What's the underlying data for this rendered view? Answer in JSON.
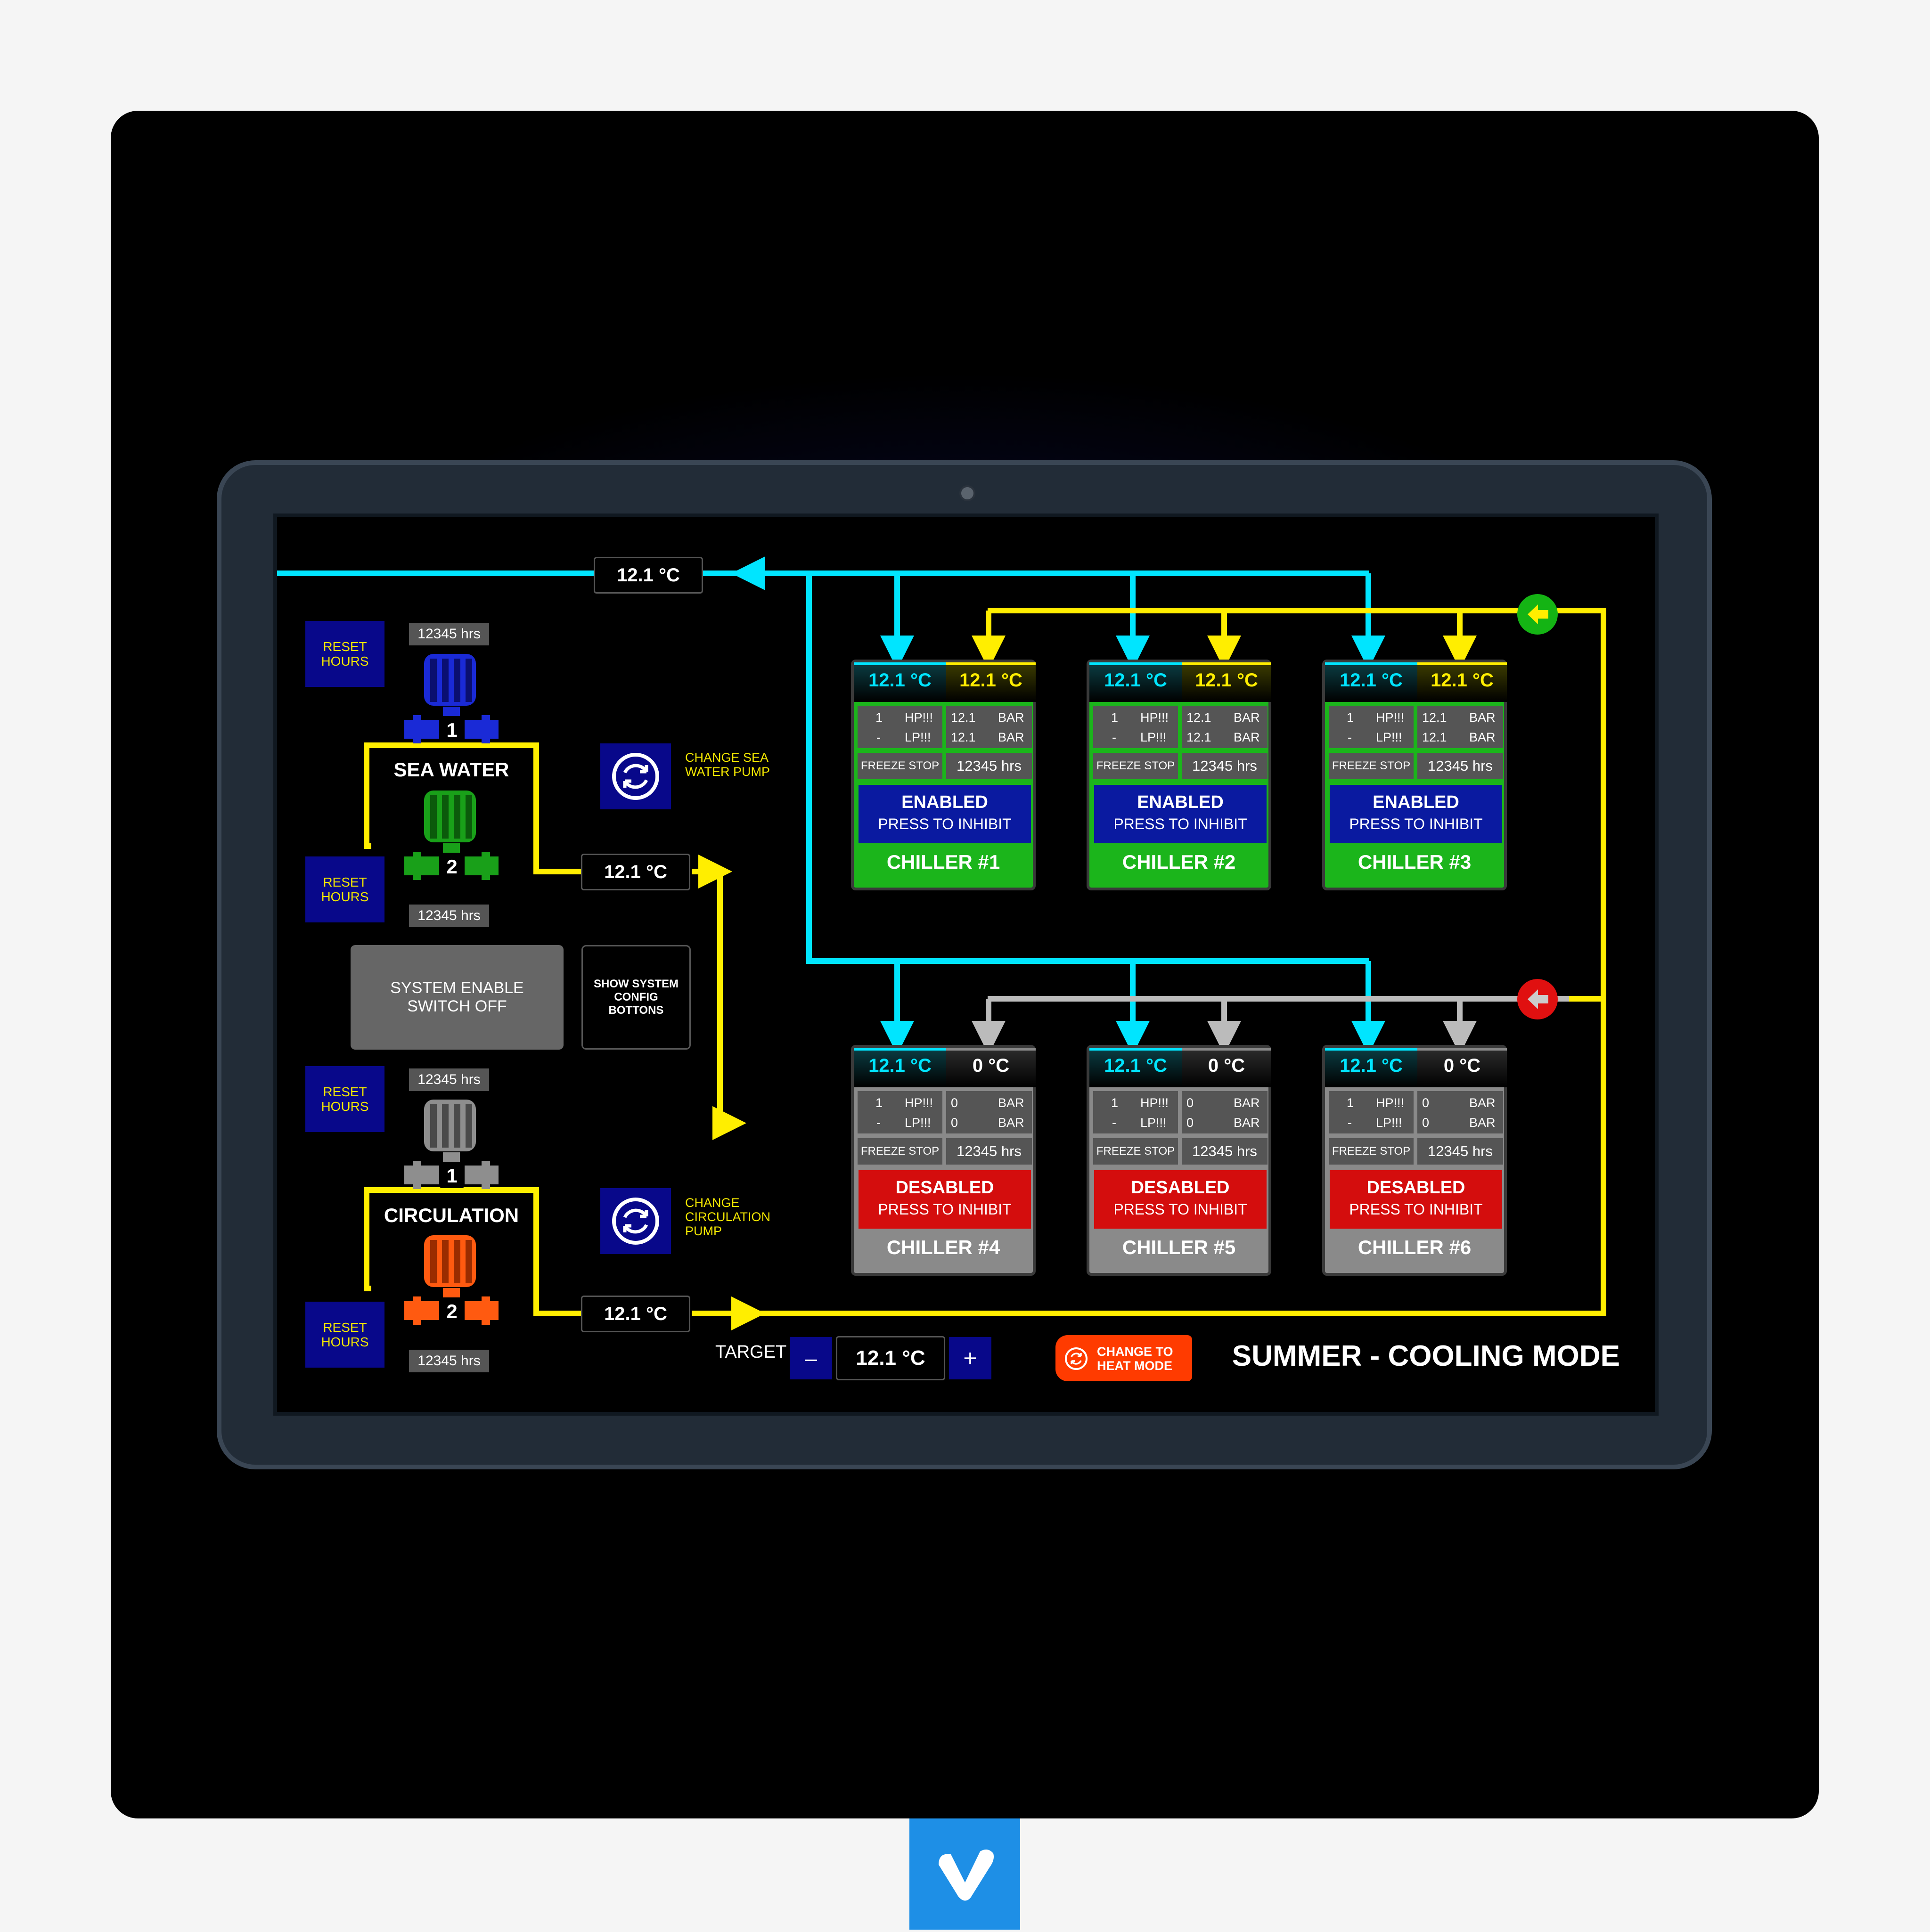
{
  "colors": {
    "cyan_line": "#00e5ff",
    "yellow_line": "#ffee00",
    "grey_line": "#bbbbbb",
    "enabled_green": "#1bb51b",
    "disabled_grey": "#8a8a8a",
    "enabled_blue": "#0a1aa0",
    "disabled_red": "#d40d0d",
    "accent_blue": "#08088a",
    "mode_orange": "#ff3b00"
  },
  "temps": {
    "supply_outlet": "12.1 °C",
    "sea_water_out": "12.1 °C",
    "circulation_out": "12.1 °C"
  },
  "sea_water": {
    "label": "SEA WATER",
    "pump1": {
      "number": "1",
      "hours": "12345 hrs",
      "reset_label": "RESET HOURS",
      "color": "#1a2ad6"
    },
    "pump2": {
      "number": "2",
      "hours": "12345 hrs",
      "reset_label": "RESET HOURS",
      "color": "#19a019"
    },
    "change_button_text": "CHANGE SEA WATER PUMP",
    "change_button_icon": "swap-icon"
  },
  "circulation": {
    "label": "CIRCULATION",
    "pump1": {
      "number": "1",
      "hours": "12345 hrs",
      "reset_label": "RESET HOURS",
      "color": "#8e8e8e"
    },
    "pump2": {
      "number": "2",
      "hours": "12345 hrs",
      "reset_label": "RESET HOURS",
      "color": "#ff5a10"
    },
    "change_button_text": "CHANGE CIRCULATION PUMP",
    "change_button_icon": "swap-icon"
  },
  "system_enable_button": "SYSTEM ENABLE SWITCH OFF",
  "show_config_button": "SHOW SYSTEM CONFIG BOTTONS",
  "chillers": [
    {
      "name": "CHILLER #1",
      "inlet": "12.1 °C",
      "outlet": "12.1 °C",
      "hp_count": "1",
      "lp_count": "-",
      "hp_label": "HP!!!",
      "lp_label": "LP!!!",
      "hp_value": "12.1",
      "lp_value": "12.1",
      "unit": "BAR",
      "freeze": "FREEZE STOP",
      "hours": "12345 hrs",
      "status": "ENABLED",
      "action": "PRESS TO INHIBIT",
      "enabled": true
    },
    {
      "name": "CHILLER #2",
      "inlet": "12.1 °C",
      "outlet": "12.1 °C",
      "hp_count": "1",
      "lp_count": "-",
      "hp_label": "HP!!!",
      "lp_label": "LP!!!",
      "hp_value": "12.1",
      "lp_value": "12.1",
      "unit": "BAR",
      "freeze": "FREEZE STOP",
      "hours": "12345 hrs",
      "status": "ENABLED",
      "action": "PRESS TO INHIBIT",
      "enabled": true
    },
    {
      "name": "CHILLER #3",
      "inlet": "12.1 °C",
      "outlet": "12.1 °C",
      "hp_count": "1",
      "lp_count": "-",
      "hp_label": "HP!!!",
      "lp_label": "LP!!!",
      "hp_value": "12.1",
      "lp_value": "12.1",
      "unit": "BAR",
      "freeze": "FREEZE STOP",
      "hours": "12345 hrs",
      "status": "ENABLED",
      "action": "PRESS TO INHIBIT",
      "enabled": true
    },
    {
      "name": "CHILLER #4",
      "inlet": "12.1 °C",
      "outlet": "0 °C",
      "hp_count": "1",
      "lp_count": "-",
      "hp_label": "HP!!!",
      "lp_label": "LP!!!",
      "hp_value": "0",
      "lp_value": "0",
      "unit": "BAR",
      "freeze": "FREEZE STOP",
      "hours": "12345 hrs",
      "status": "DESABLED",
      "action": "PRESS TO INHIBIT",
      "enabled": false
    },
    {
      "name": "CHILLER #5",
      "inlet": "12.1 °C",
      "outlet": "0 °C",
      "hp_count": "1",
      "lp_count": "-",
      "hp_label": "HP!!!",
      "lp_label": "LP!!!",
      "hp_value": "0",
      "lp_value": "0",
      "unit": "BAR",
      "freeze": "FREEZE STOP",
      "hours": "12345 hrs",
      "status": "DESABLED",
      "action": "PRESS TO INHIBIT",
      "enabled": false
    },
    {
      "name": "CHILLER #6",
      "inlet": "12.1 °C",
      "outlet": "0 °C",
      "hp_count": "1",
      "lp_count": "-",
      "hp_label": "HP!!!",
      "lp_label": "LP!!!",
      "hp_value": "0",
      "lp_value": "0",
      "unit": "BAR",
      "freeze": "FREEZE STOP",
      "hours": "12345 hrs",
      "status": "DESABLED",
      "action": "PRESS TO INHIBIT",
      "enabled": false
    }
  ],
  "target": {
    "label": "TARGET",
    "value": "12.1 °C",
    "minus": "–",
    "plus": "+"
  },
  "mode_button": "CHANGE TO HEAT MODE",
  "mode_label": "SUMMER - COOLING MODE",
  "flow_arrows": {
    "top": "green-arrow-left-icon",
    "bottom": "red-arrow-left-icon"
  },
  "brand_icon": "v-logo-icon"
}
